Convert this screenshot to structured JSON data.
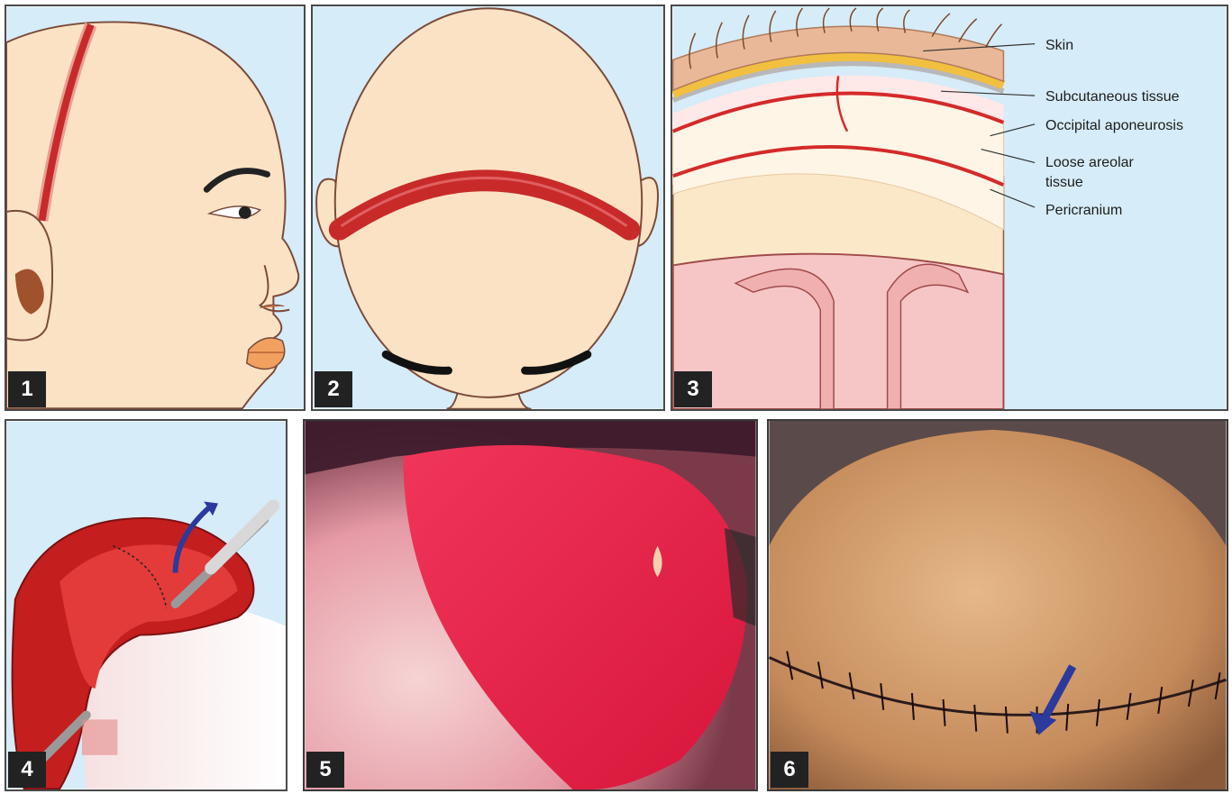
{
  "panels": {
    "p1": {
      "number": "1"
    },
    "p2": {
      "number": "2"
    },
    "p3": {
      "number": "3"
    },
    "p4": {
      "number": "4"
    },
    "p5": {
      "number": "5"
    },
    "p6": {
      "number": "6"
    }
  },
  "scalp_layers": {
    "skin": "Skin",
    "subcutaneous": "Subcutaneous tissue",
    "aponeurosis": "Occipital aponeurosis",
    "loose_areolar_line1": "Loose areolar",
    "loose_areolar_line2": "tissue",
    "pericranium": "Pericranium"
  },
  "colors": {
    "background_blue": "#d6ecf8",
    "skin_tone": "#fbe2c4",
    "incision_red": "#d42a2a",
    "arrow_blue": "#2b3a9c"
  }
}
